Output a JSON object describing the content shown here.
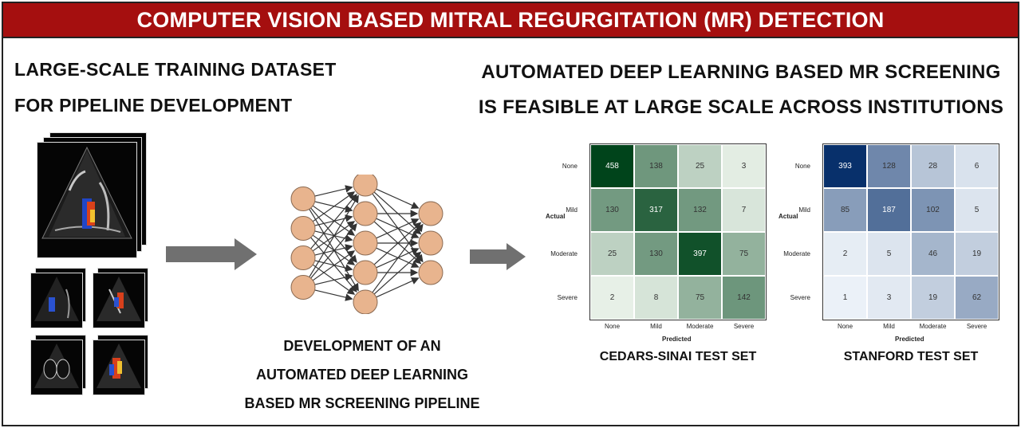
{
  "banner": {
    "title": "COMPUTER VISION BASED MITRAL REGURGITATION (MR) DETECTION"
  },
  "left_heading": {
    "line1": "LARGE-SCALE TRAINING DATASET",
    "line2": "FOR PIPELINE DEVELOPMENT"
  },
  "right_heading": {
    "line1": "AUTOMATED DEEP LEARNING BASED MR SCREENING",
    "line2": "IS FEASIBLE AT LARGE SCALE ACROSS INSTITUTIONS"
  },
  "pipeline_caption": {
    "line1": "DEVELOPMENT OF AN",
    "line2": "AUTOMATED DEEP LEARNING",
    "line3": "BASED MR SCREENING PIPELINE"
  },
  "nn": {
    "layers": [
      4,
      5,
      3
    ]
  },
  "matrices": [
    {
      "caption": "CEDARS-SINAI TEST SET",
      "palette": "green",
      "ylabel": "Actual",
      "xlabel": "Predicted",
      "row_labels": [
        "None",
        "Mild",
        "Moderate",
        "Severe"
      ],
      "col_labels": [
        "None",
        "Mild",
        "Moderate",
        "Severe"
      ],
      "values": [
        [
          458,
          138,
          25,
          3
        ],
        [
          130,
          317,
          132,
          7
        ],
        [
          25,
          130,
          397,
          75
        ],
        [
          2,
          8,
          75,
          142
        ]
      ]
    },
    {
      "caption": "STANFORD TEST SET",
      "palette": "blue",
      "ylabel": "Actual",
      "xlabel": "Predicted",
      "row_labels": [
        "None",
        "Mild",
        "Moderate",
        "Severe"
      ],
      "col_labels": [
        "None",
        "Mild",
        "Moderate",
        "Severe"
      ],
      "values": [
        [
          393,
          128,
          28,
          6
        ],
        [
          85,
          187,
          102,
          5
        ],
        [
          2,
          5,
          46,
          19
        ],
        [
          1,
          3,
          19,
          62
        ]
      ]
    }
  ]
}
